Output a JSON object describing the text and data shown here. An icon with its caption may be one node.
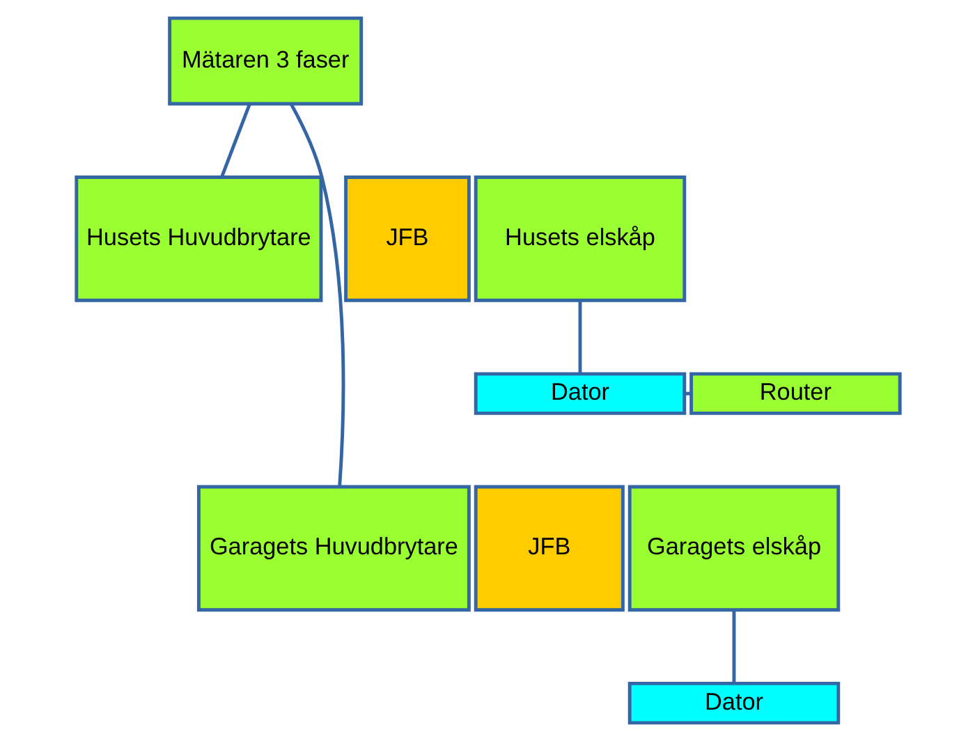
{
  "diagram": {
    "nodes": [
      {
        "text": [
          "Mätaren 3 faser"
        ]
      },
      {
        "text": [
          "Husets Huvudbrytare"
        ]
      },
      {
        "text": [
          "JFB"
        ]
      },
      {
        "text": [
          "Husets elskåp"
        ]
      },
      {
        "text": [
          "Dator"
        ]
      },
      {
        "text": [
          "Router"
        ]
      },
      {
        "text": [
          "Garagets Huvudbrytare"
        ]
      },
      {
        "text": [
          "JFB"
        ]
      },
      {
        "text": [
          "Garagets elskåp"
        ]
      },
      {
        "text": [
          "Dator"
        ]
      }
    ],
    "edges": [
      {
        "from": 0,
        "to": 1,
        "arrow": "none"
      },
      {
        "from": 0,
        "to": 6,
        "arrow": "none"
      },
      {
        "from": 3,
        "to": 4,
        "arrow": "none"
      },
      {
        "from": 4,
        "to": 5,
        "arrow": "none"
      },
      {
        "from": 8,
        "to": 9,
        "arrow": "none"
      }
    ]
  }
}
